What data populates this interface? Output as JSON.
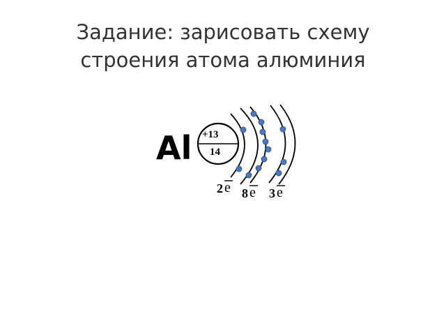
{
  "title": {
    "line1": "Задание: зарисовать схему",
    "line2": "строения атома алюминия"
  },
  "atom": {
    "symbol": "Al",
    "nucleus_charge": "+13",
    "nucleus_neutrons": "14",
    "electron_symbol": "e",
    "shells": [
      {
        "count": "2",
        "electrons": 2
      },
      {
        "count": "8",
        "electrons": 8
      },
      {
        "count": "3",
        "electrons": 3
      }
    ],
    "colors": {
      "electron": "#4a78c0",
      "lines": "#000000"
    }
  }
}
